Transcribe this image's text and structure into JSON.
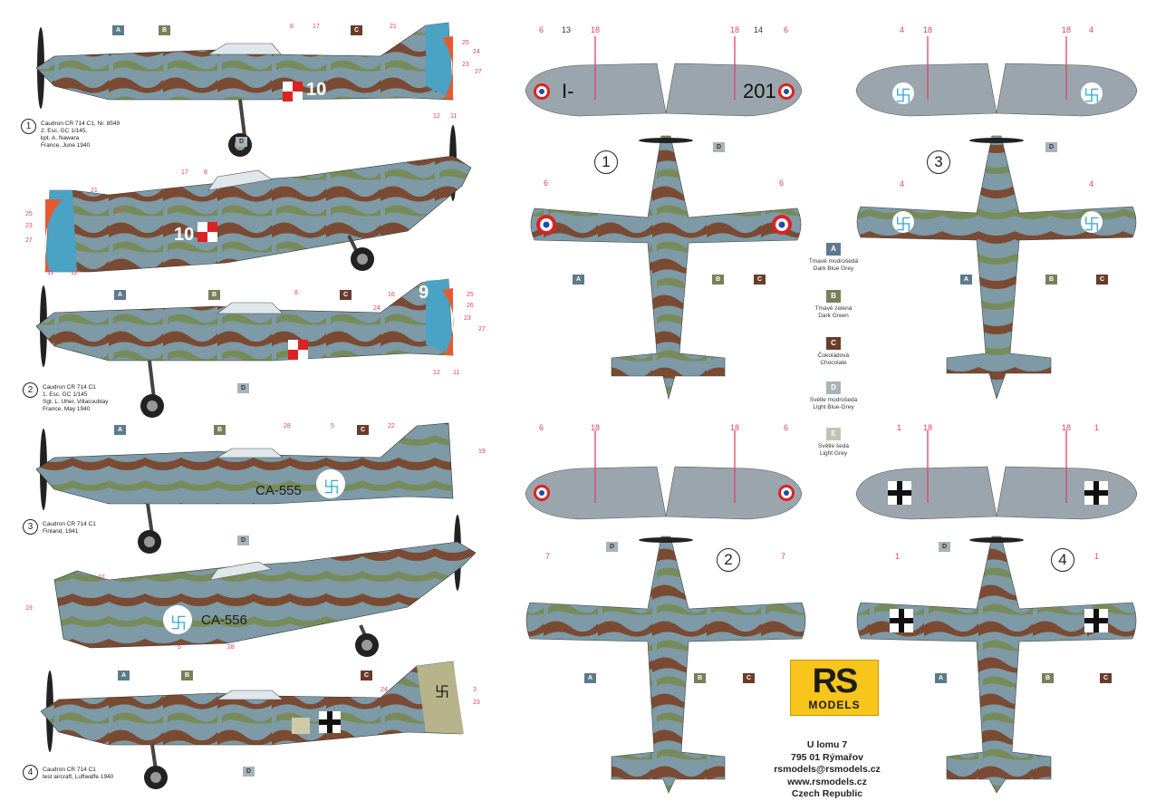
{
  "profiles": [
    {
      "num": "1",
      "caption": [
        "Caudron CR 714 C1, Nr. 8549",
        "2. Esc. GC 1/145,",
        "kpt. A. Nawara",
        "France, June 1940"
      ],
      "fuselage_code": "10"
    },
    {
      "num": "2",
      "caption": [
        "Caudron CR 714 C1",
        "1. Esc. GC 1/145",
        "Sgt. L. Uher, Villacoublay",
        "France, May 1940"
      ],
      "fuselage_code": "9"
    },
    {
      "num": "3",
      "caption": [
        "Caudron CR 714 C1",
        "Finland, 1941"
      ],
      "fuselage_code": "CA-555"
    },
    {
      "num": "4",
      "caption": [
        "Caudron CR 714 C1",
        "test aircraft, Luftwaffe 1940"
      ]
    }
  ],
  "top_codes": {
    "left": "I-",
    "right": "201"
  },
  "lower_code": "10",
  "lower_code_2": "CA-556",
  "plan_numbers": [
    "1",
    "3",
    "2",
    "4"
  ],
  "legend": [
    {
      "code": "A",
      "cz": "Tmavě modrošedá",
      "en": "Dark Blue Grey",
      "color": "#5d7b8a"
    },
    {
      "code": "B",
      "cz": "Tmavě zelená",
      "en": "Dark Green",
      "color": "#77805a"
    },
    {
      "code": "C",
      "cz": "Čokoládová",
      "en": "Chocolate",
      "color": "#6b3b2a"
    },
    {
      "code": "D",
      "cz": "Světle modrošedá",
      "en": "Light Blue-Grey",
      "color": "#a6b4bc"
    },
    {
      "code": "E",
      "cz": "Světle šedá",
      "en": "Light Grey",
      "color": "#c3c3b2"
    }
  ],
  "paint_codes": {
    "A": "A",
    "B": "B",
    "C": "C",
    "D": "D"
  },
  "logo": {
    "rs": "RS",
    "models": "MODELS"
  },
  "address": [
    "U lomu 7",
    "795 01 Rýmařov",
    "rsmodels@rsmodels.cz",
    "www.rsmodels.cz",
    "Czech Republic"
  ],
  "callouts": {
    "p1": [
      "8",
      "17",
      "21",
      "25",
      "24",
      "23",
      "27",
      "12",
      "11"
    ],
    "p1b": [
      "17",
      "8",
      "21",
      "24",
      "25",
      "23",
      "27",
      "11",
      "12"
    ],
    "p2": [
      "8",
      "16",
      "25",
      "24",
      "26",
      "23",
      "27",
      "12",
      "11"
    ],
    "p3": [
      "28",
      "5",
      "22",
      "19"
    ],
    "p3b": [
      "22",
      "19",
      "5",
      "28"
    ],
    "p4": [
      "24",
      "3",
      "23"
    ],
    "plan1_top": [
      "6",
      "13",
      "18",
      "18",
      "14",
      "6"
    ],
    "plan1_bot": [
      "6",
      "6"
    ],
    "plan3_top": [
      "4",
      "18",
      "18",
      "4"
    ],
    "plan3_bot": [
      "4",
      "4"
    ],
    "plan2_top": [
      "6",
      "18",
      "18",
      "6"
    ],
    "plan2_bot": [
      "7",
      "7"
    ],
    "plan4_top": [
      "1",
      "18",
      "18",
      "1"
    ],
    "plan4_bot": [
      "1",
      "1"
    ]
  },
  "colors": {
    "blue_grey": "#7d9aa6",
    "green": "#778b5a",
    "brown": "#7a4a33",
    "light": "#a6b4bc",
    "callout": "#e0426a",
    "logo": "#f7c51b"
  }
}
